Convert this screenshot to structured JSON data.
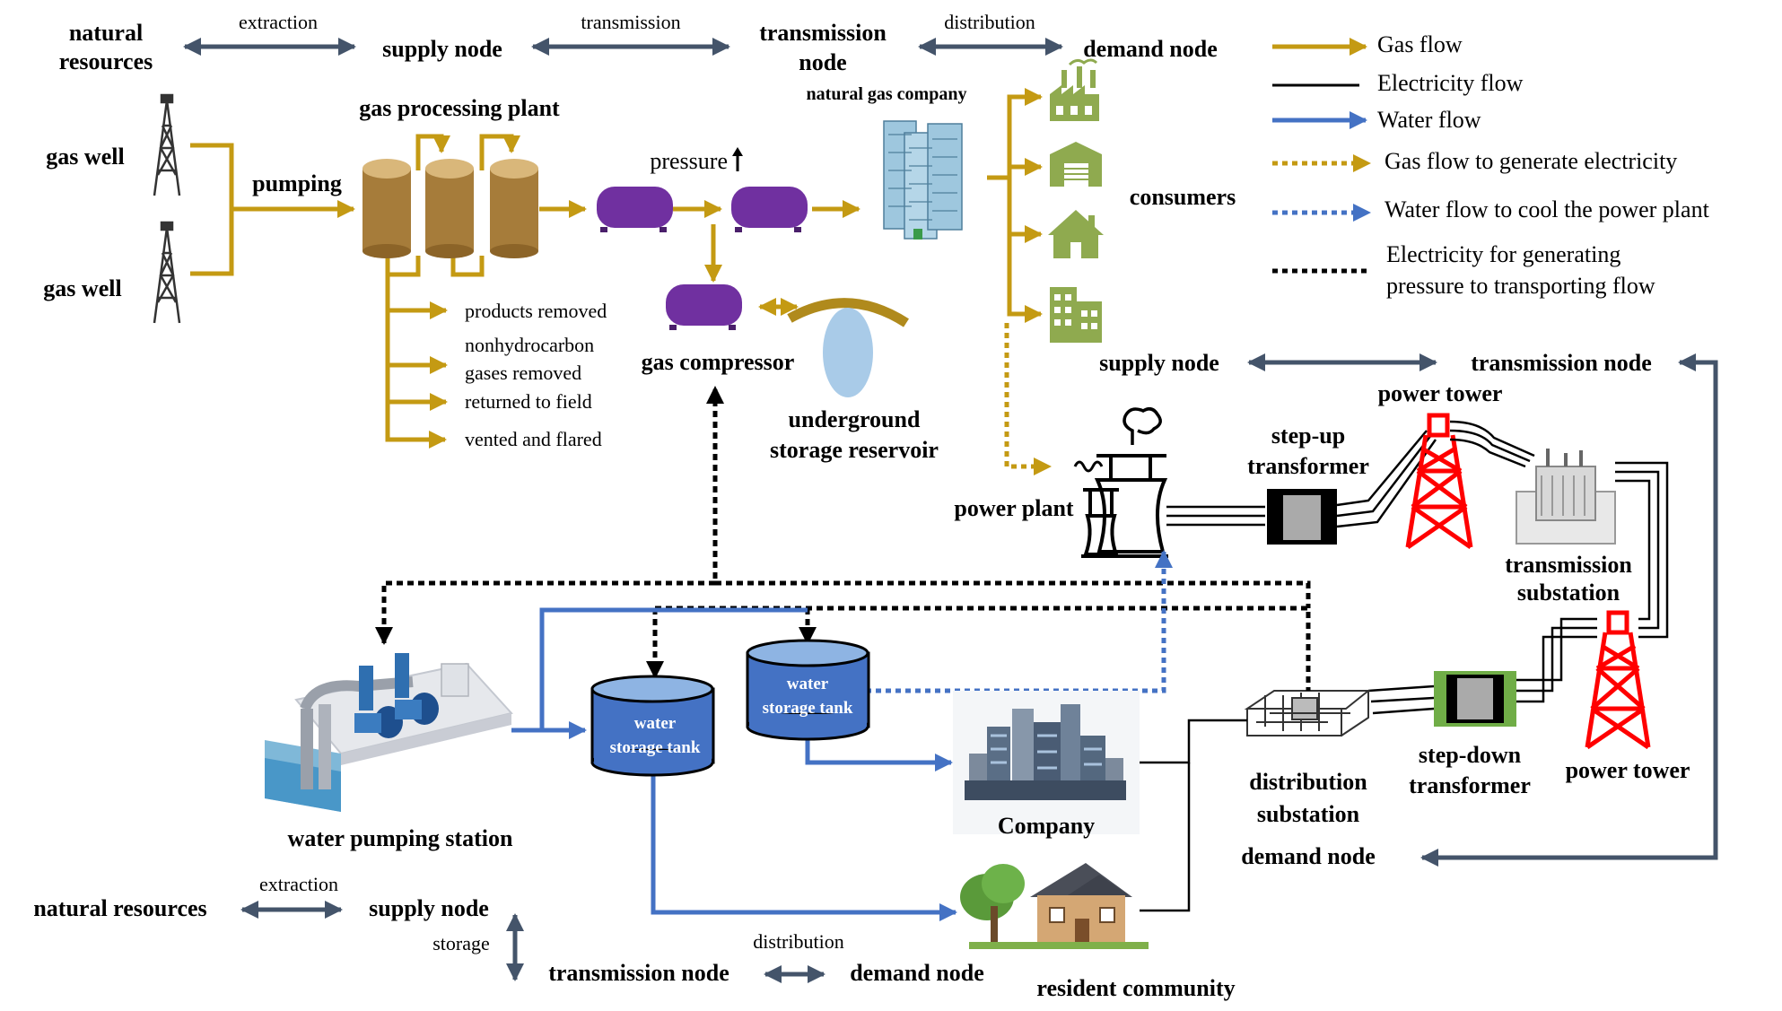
{
  "colors": {
    "gas": "#c49a13",
    "water": "#4472c4",
    "electric": "#000000",
    "nav": "#44546a",
    "tower": "#ff0000",
    "compressor": "#7030a0",
    "processing_tank": "#a67c3a",
    "storage_tank": "#4472c4",
    "green_icons": "#8faa4f",
    "stepdown_frame": "#70ad47"
  },
  "gas_network": {
    "chain": {
      "natural_resources": "natural\nresources",
      "extraction": "extraction",
      "supply_node": "supply node",
      "transmission": "transmission",
      "transmission_node": "transmission\nnode",
      "distribution": "distribution",
      "demand_node": "demand node"
    },
    "gas_well_top": "gas well",
    "gas_well_bottom": "gas well",
    "pumping": "pumping",
    "gas_processing_plant": "gas processing plant",
    "pressure": "pressure",
    "natural_gas_company": "natural gas company",
    "gas_compressor": "gas compressor",
    "underground_storage": "underground\nstorage reservoir",
    "byproducts": [
      "products removed",
      "nonhydrocarbon\ngases removed",
      "returned to field",
      "vented and flared"
    ],
    "consumers": "consumers",
    "consumer_icons": [
      "factory-icon",
      "warehouse-icon",
      "house-icon",
      "office-building-icon"
    ]
  },
  "legend": {
    "items": [
      {
        "label": "Gas flow",
        "style": "gas-arrow"
      },
      {
        "label": "Electricity flow",
        "style": "electric-line"
      },
      {
        "label": "Water flow",
        "style": "water-arrow"
      },
      {
        "label": "Gas flow to generate electricity",
        "style": "gas-dotted-arrow"
      },
      {
        "label": "Water flow to cool the power plant",
        "style": "water-dotted-arrow"
      },
      {
        "label": "Electricity for generating\npressure to transporting flow",
        "style": "electric-dotted"
      }
    ]
  },
  "power_network": {
    "supply_node": "supply node",
    "transmission_node": "transmission node",
    "power_tower_top": "power tower",
    "step_up_transformer": "step-up\ntransformer",
    "power_plant": "power plant",
    "transmission_substation": "transmission\nsubstation",
    "step_down_transformer": "step-down\ntransformer",
    "power_tower_bottom": "power tower",
    "distribution_substation": "distribution\nsubstation",
    "demand_node": "demand node"
  },
  "water_network": {
    "water_pumping_station": "water pumping station",
    "storage_tank_left": "water\nstorage tank",
    "storage_tank_right": "water\nstorage tank",
    "company": "Company",
    "resident_community": "resident community",
    "chain": {
      "natural_resources": "natural resources",
      "extraction": "extraction",
      "supply_node": "supply node",
      "storage": "storage",
      "distribution": "distribution",
      "transmission_node": "transmission node",
      "demand_node": "demand node"
    }
  }
}
